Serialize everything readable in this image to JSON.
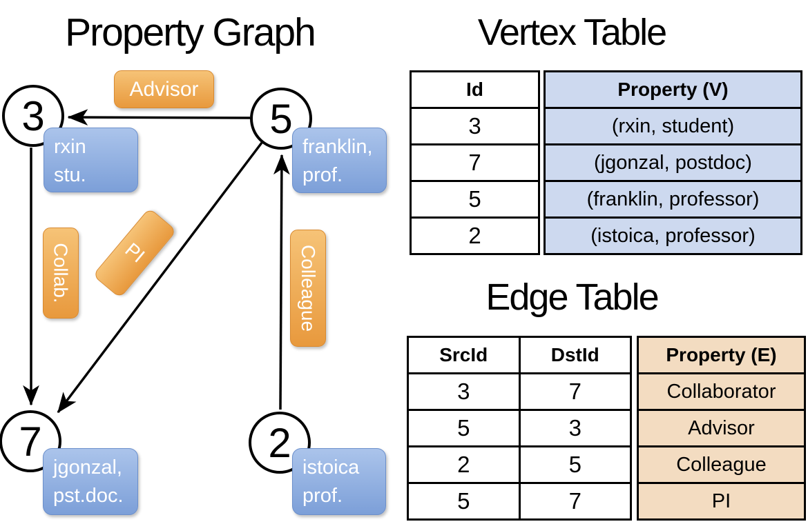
{
  "graph": {
    "title": "Property Graph",
    "nodes": [
      {
        "id": "3",
        "property_lines": [
          "rxin",
          "stu."
        ]
      },
      {
        "id": "5",
        "property_lines": [
          "franklin,",
          "prof."
        ]
      },
      {
        "id": "7",
        "property_lines": [
          "jgonzal,",
          "pst.doc."
        ]
      },
      {
        "id": "2",
        "property_lines": [
          "istoica",
          "prof."
        ]
      }
    ],
    "edges": [
      {
        "src": "5",
        "dst": "3",
        "label": "Advisor"
      },
      {
        "src": "3",
        "dst": "7",
        "label": "Collab."
      },
      {
        "src": "5",
        "dst": "7",
        "label": "PI"
      },
      {
        "src": "2",
        "dst": "5",
        "label": "Colleague"
      }
    ]
  },
  "vertex_table": {
    "title": "Vertex Table",
    "headers": {
      "id": "Id",
      "property": "Property (V)"
    },
    "rows": [
      {
        "id": "3",
        "property": "(rxin, student)"
      },
      {
        "id": "7",
        "property": "(jgonzal, postdoc)"
      },
      {
        "id": "5",
        "property": "(franklin, professor)"
      },
      {
        "id": "2",
        "property": "(istoica, professor)"
      }
    ]
  },
  "edge_table": {
    "title": "Edge Table",
    "headers": {
      "src": "SrcId",
      "dst": "DstId",
      "property": "Property (E)"
    },
    "rows": [
      {
        "src": "3",
        "dst": "7",
        "property": "Collaborator"
      },
      {
        "src": "5",
        "dst": "3",
        "property": "Advisor"
      },
      {
        "src": "2",
        "dst": "5",
        "property": "Colleague"
      },
      {
        "src": "5",
        "dst": "7",
        "property": "PI"
      }
    ]
  },
  "colors": {
    "vertex_property_fill": "#cdd9ef",
    "edge_property_fill": "#f3dcc1",
    "vertex_label_top": "#abc4eb",
    "vertex_label_bottom": "#7c9fd8",
    "edge_label_top": "#f6c377",
    "edge_label_bottom": "#e8993d"
  }
}
